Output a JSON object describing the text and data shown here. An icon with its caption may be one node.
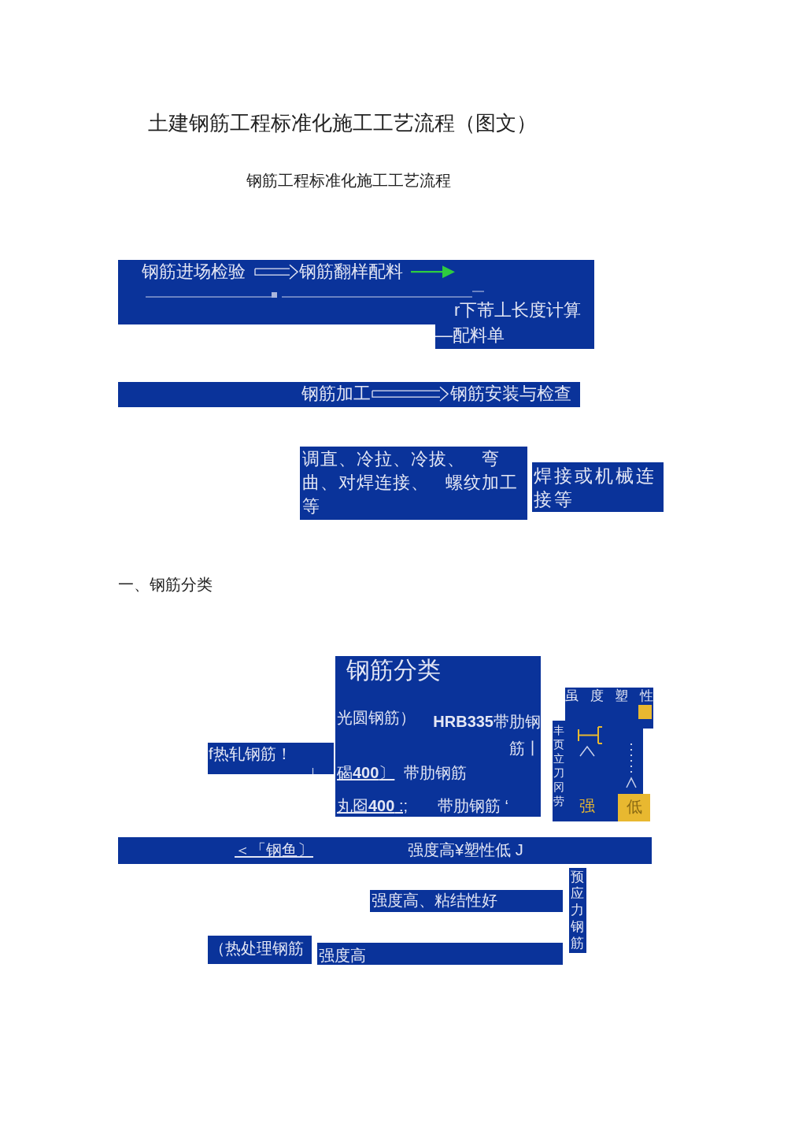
{
  "diagram": {
    "title": "土建钢筋工程标准化施工工艺流程（图文）",
    "nodes": [
      {
        "text": [],
        "shape": "box"
      },
      {
        "text": [
          "钢筋进场检验"
        ],
        "in": 0
      },
      {
        "text": [
          "钢筋翻样配料"
        ],
        "in": 0
      },
      {
        "text": [
          "r下芾丄长度计算"
        ],
        "in": 0
      },
      {
        "text": [
          "—配料单"
        ],
        "in": 0
      },
      {
        "text": [],
        "shape": "box"
      },
      {
        "text": [
          "钢筋加工"
        ],
        "in": 5
      },
      {
        "text": [
          "钢筋安装与检查"
        ],
        "in": 5
      },
      {
        "text": [
          "调直、冷拉、冷拔、 弯曲、对焊连接、 螺纹加工等"
        ]
      },
      {
        "text": [
          "焊接或机械连接等"
        ]
      },
      {
        "text": [
          "f热轧钢筋！"
        ]
      },
      {
        "text": [
          "钢筋分类",
          "光圆钢筋）",
          "**HRB335**带肋钢筋丨",
          "碣**400**〕",
          "带肋钢筋",
          "丸囵**400** :;",
          "带肋钢筋 ‘"
        ]
      },
      {
        "text": [
          "虽度塑性",
          "丰页立刀冈劳",
          "强",
          "低"
        ]
      },
      {
        "text": [
          "＜「钢鱼〕",
          "强度高¥塑性低 J"
        ]
      },
      {
        "text": [
          "强度高、粘结性好"
        ]
      },
      {
        "text": [
          "预应力钢筋"
        ]
      },
      {
        "text": [
          "（热处理钢筋"
        ]
      },
      {
        "text": [
          "强度高"
        ]
      }
    ],
    "edges": [
      {
        "from": 1,
        "to": 2,
        "arrow": "to"
      },
      {
        "from": 2,
        "to": null,
        "arrow": "to",
        "color": "#2ecc40"
      },
      {
        "from": 6,
        "to": 7,
        "arrow": "to"
      }
    ],
    "labels": [
      "钢筋工程标准化施工工艺流程",
      "一、钢筋分类"
    ]
  }
}
